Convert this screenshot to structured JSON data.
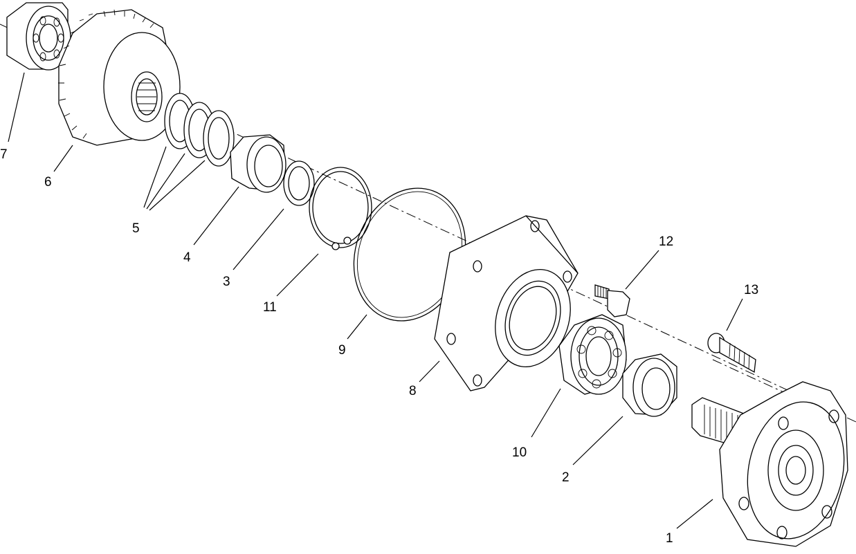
{
  "callouts": [
    "7",
    "6",
    "5",
    "4",
    "3",
    "11",
    "9",
    "8",
    "12",
    "13",
    "10",
    "2",
    "1"
  ]
}
